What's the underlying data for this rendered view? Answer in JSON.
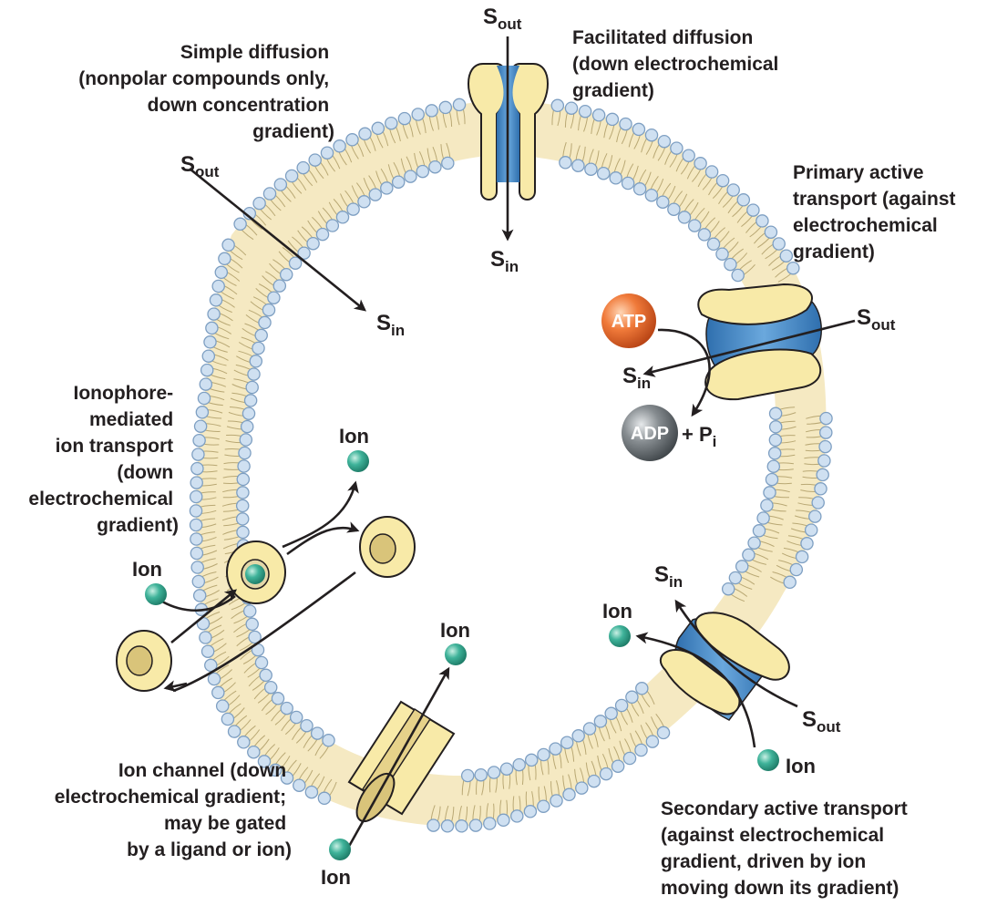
{
  "labels": {
    "simple_diffusion": [
      "Simple diffusion",
      "(nonpolar compounds only,",
      "down concentration",
      "gradient)"
    ],
    "facilitated_diffusion": [
      "Facilitated diffusion",
      "(down electrochemical",
      "gradient)"
    ],
    "primary_active": [
      "Primary active",
      "transport (against",
      "electrochemical",
      "gradient)"
    ],
    "ionophore": [
      "Ionophore-",
      "mediated",
      "ion transport",
      "(down",
      "electrochemical",
      "gradient)"
    ],
    "ion_channel": [
      "Ion channel (down",
      "electrochemical gradient;",
      "may be gated",
      "by a ligand or ion)"
    ],
    "secondary_active": [
      "Secondary active transport",
      "(against electrochemical",
      "gradient, driven by ion",
      "moving down its gradient)"
    ]
  },
  "symbols": {
    "s": "S",
    "out": "out",
    "in": "in",
    "ion": "Ion",
    "atp": "ATP",
    "adp": "ADP",
    "plus_p": "+ P",
    "p_sub": "i"
  },
  "colors": {
    "membrane_fill": "#f5e9c2",
    "head_fill": "#cfe0f1",
    "head_stroke": "#7e9fc2",
    "protein_fill": "#f8eaa8",
    "channel_blue": "#4d8fcc",
    "ion_green": "#3fb39a",
    "atp_orange": "#ef6a2f",
    "adp_grey": "#7d8387"
  }
}
